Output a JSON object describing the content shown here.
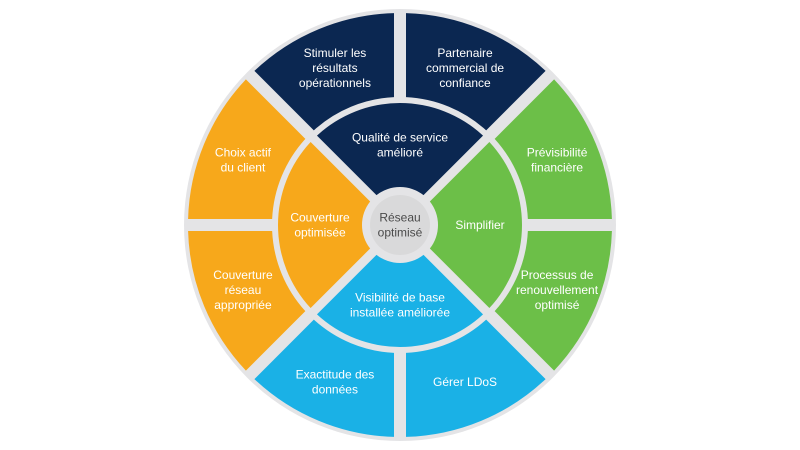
{
  "colors": {
    "navy": "#0b2751",
    "green": "#6cbf48",
    "orange": "#f7a81b",
    "blue": "#1ab1e6",
    "gap": "#e4e4e6",
    "center": "#d9d9da",
    "center_text": "#4a4a4a"
  },
  "center": {
    "lines": [
      "Réseau",
      "optimisé"
    ]
  },
  "inner": [
    {
      "name": "inner-qualite",
      "color": "navy",
      "lines": [
        "Qualité de service",
        "amélioré"
      ]
    },
    {
      "name": "inner-simplifier",
      "color": "green",
      "lines": [
        "Simplifier"
      ]
    },
    {
      "name": "inner-visibilite",
      "color": "blue",
      "lines": [
        "Visibilité de base",
        "installée améliorée"
      ]
    },
    {
      "name": "inner-couverture",
      "color": "orange",
      "lines": [
        "Couverture",
        "optimisée"
      ]
    }
  ],
  "outer": [
    {
      "name": "outer-partenaire",
      "color": "navy",
      "lines": [
        "Partenaire",
        "commercial de",
        "confiance"
      ]
    },
    {
      "name": "outer-previsibilite",
      "color": "green",
      "lines": [
        "Prévisibilité",
        "financière"
      ]
    },
    {
      "name": "outer-processus",
      "color": "green",
      "lines": [
        "Processus de",
        "renouvellement",
        "optimisé"
      ]
    },
    {
      "name": "outer-gerer-ldos",
      "color": "blue",
      "lines": [
        "Gérer LDoS"
      ]
    },
    {
      "name": "outer-exactitude",
      "color": "blue",
      "lines": [
        "Exactitude des",
        "données"
      ]
    },
    {
      "name": "outer-couverture-reseau",
      "color": "orange",
      "lines": [
        "Couverture",
        "réseau",
        "appropriée"
      ]
    },
    {
      "name": "outer-choix-actif",
      "color": "orange",
      "lines": [
        "Choix actif",
        "du client"
      ]
    },
    {
      "name": "outer-stimuler",
      "color": "navy",
      "lines": [
        "Stimuler les",
        "résultats",
        "opérationnels"
      ]
    }
  ]
}
